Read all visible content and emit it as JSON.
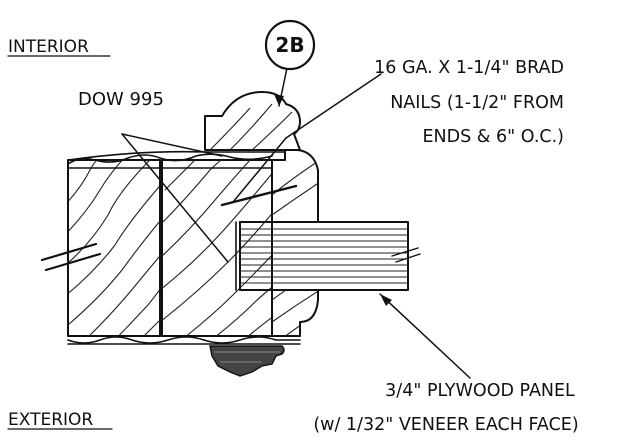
{
  "labels": {
    "interior": "INTERIOR",
    "exterior": "EXTERIOR",
    "detail_tag": "2B",
    "sealant": "DOW 995",
    "nails_line1": "16 GA. X 1-1/4\" BRAD",
    "nails_line2": "NAILS (1-1/2\" FROM",
    "nails_line3": "ENDS & 6\" O.C.)",
    "panel_line1": "3/4\" PLYWOOD PANEL",
    "panel_line2": "(w/ 1/32\" VENEER EACH FACE)"
  }
}
